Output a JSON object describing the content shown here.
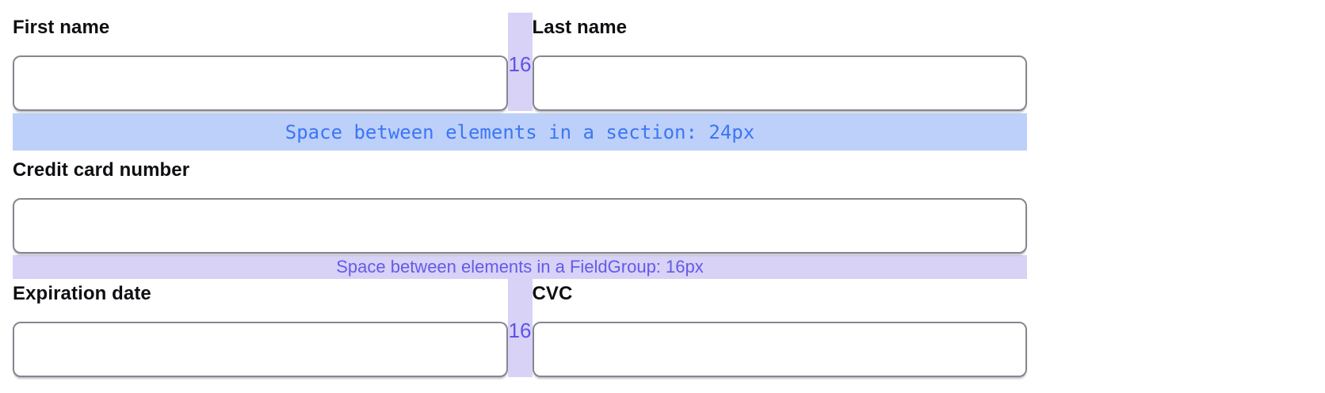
{
  "form": {
    "name_group": {
      "gap_size_label": "16",
      "fields": [
        {
          "label": "First name",
          "value": ""
        },
        {
          "label": "Last name",
          "value": ""
        }
      ]
    },
    "card_number_field": {
      "label": "Credit card number",
      "value": ""
    },
    "card_details_group": {
      "gap_size_label": "16",
      "fields": [
        {
          "label": "Expiration date",
          "value": ""
        },
        {
          "label": "CVC",
          "value": ""
        }
      ]
    }
  },
  "annotations": {
    "section_gap_band": {
      "label": "Space between elements in a section: 24px",
      "bg": "#bdd0fa",
      "text_color": "#3b76f6"
    },
    "fieldgroup_gap_band": {
      "label": "Space between elements in a FieldGroup: 16px",
      "bg": "#d7d2f6",
      "text_color": "#655ae9"
    },
    "column_gap_strip": {
      "bg": "#d7d2f6",
      "text_color": "#5f53e9"
    },
    "input_border_color": "#85878f",
    "label_text_color": "#0e0f12"
  }
}
